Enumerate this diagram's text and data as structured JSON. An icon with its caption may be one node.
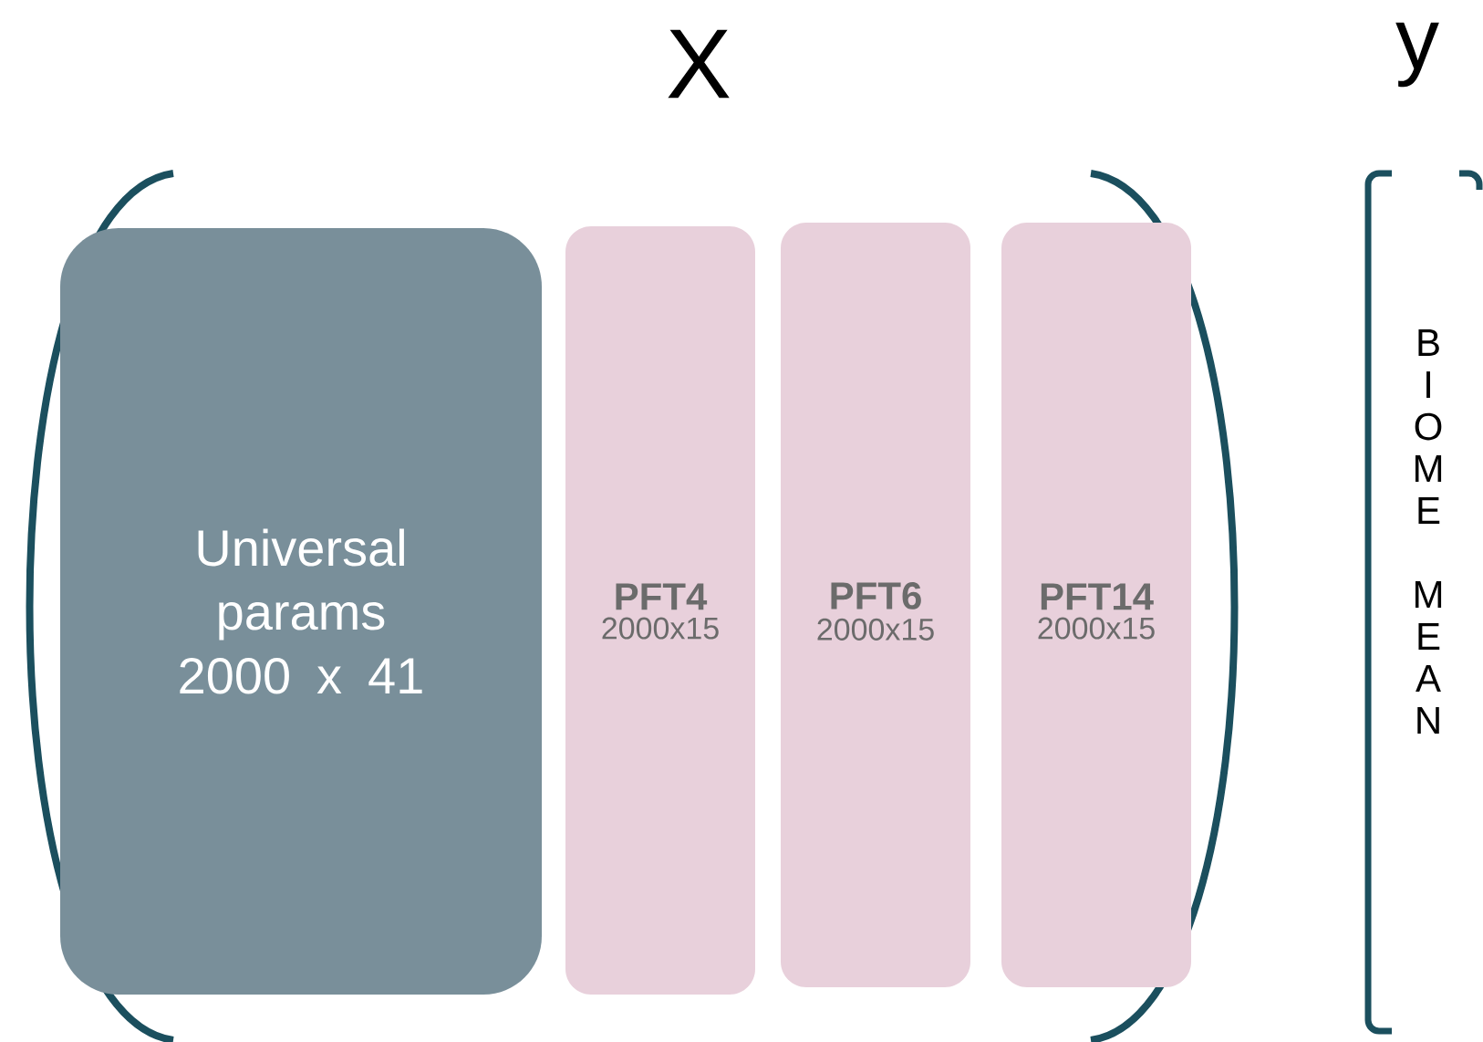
{
  "diagram": {
    "nodes": [
      {
        "text": [
          "Universal params 2000 x 41"
        ]
      },
      {
        "text": [
          "PFT4",
          "2000x15"
        ]
      },
      {
        "text": [
          "PFT6",
          "2000x15"
        ]
      },
      {
        "text": [
          "PFT14",
          "2000x15"
        ]
      }
    ],
    "labels": [
      "X",
      "y",
      "BIOME MEAN"
    ]
  }
}
